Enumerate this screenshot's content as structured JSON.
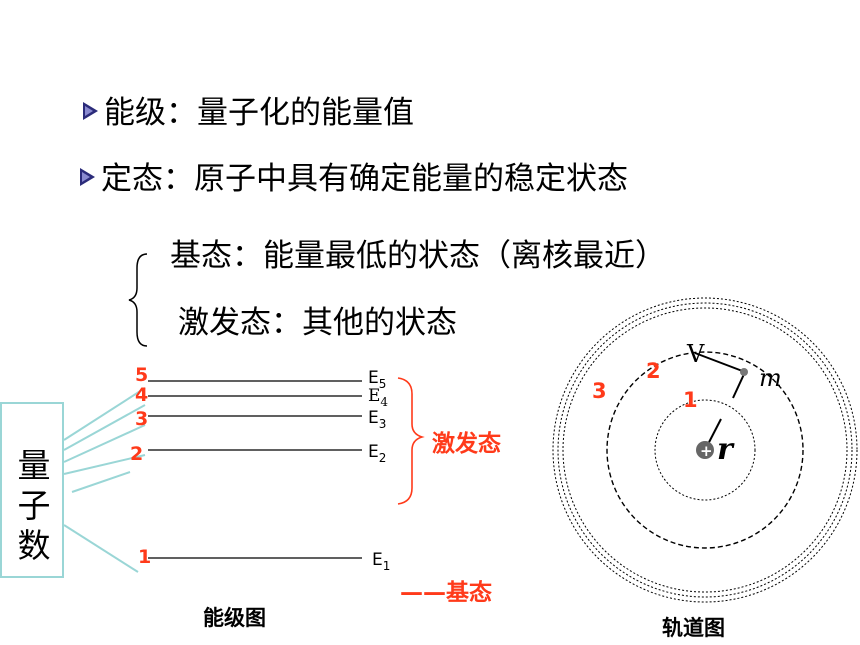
{
  "bullets": [
    {
      "text": "能级：量子化的能量值"
    },
    {
      "text": "定态：原子中具有确定能量的稳定状态"
    }
  ],
  "states": {
    "ground": "基态：能量最低的状态（离核最近）",
    "excited": "激发态：其他的状态"
  },
  "quantum_box": [
    "量",
    "子",
    "数"
  ],
  "levels": [
    {
      "n": "5",
      "E": "E",
      "sub": "5"
    },
    {
      "n": "4",
      "E": "E",
      "sub": "4"
    },
    {
      "n": "3",
      "E": "E",
      "sub": "3"
    },
    {
      "n": "2",
      "E": "E",
      "sub": "2"
    },
    {
      "n": "1",
      "E": "E",
      "sub": "1"
    }
  ],
  "excited_label": "激发态",
  "ground_label": "——基态",
  "captions": {
    "energy": "能级图",
    "orbit": "轨道图"
  },
  "orbit": {
    "shells": [
      "1",
      "2",
      "3"
    ],
    "v": "V",
    "m": "m",
    "r": "r",
    "nucleus": "+"
  },
  "colors": {
    "accent": "#ff3a1a",
    "box_border": "#9ad6d6",
    "fan_line": "#9ad6d6"
  }
}
